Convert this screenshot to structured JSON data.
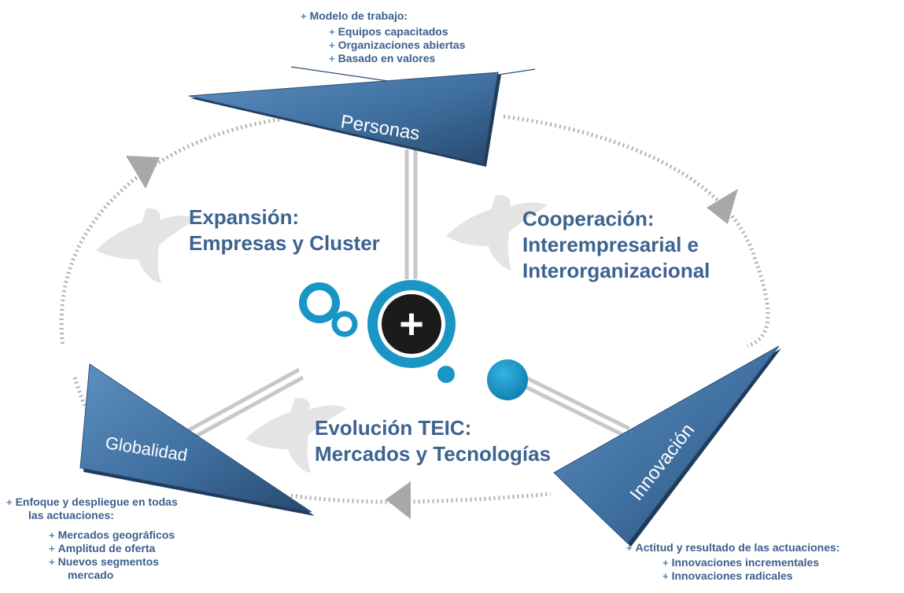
{
  "personas": {
    "label": "Personas",
    "heading": "Modelo de trabajo:",
    "items": [
      "Equipos capacitados",
      "Organizaciones abiertas",
      "Basado en valores"
    ]
  },
  "innovacion": {
    "label": "Innovación",
    "heading": "Actitud y resultado de las actuaciones:",
    "items": [
      "Innovaciones incrementales",
      "Innovaciones radicales"
    ]
  },
  "globalidad": {
    "label": "Globalidad",
    "heading_line1": "Enfoque y despliegue en todas",
    "heading_line2": "las actuaciones:",
    "items": [
      "Mercados geográficos",
      "Amplitud de oferta",
      "Nuevos segmentos"
    ],
    "item_continuation": "mercado"
  },
  "expansion": {
    "line1": "Expansión:",
    "line2": "Empresas y Cluster"
  },
  "cooperacion": {
    "line1": "Cooperación:",
    "line2": "Interempresarial e",
    "line3": "Interorganizacional"
  },
  "evolucion": {
    "line1": "Evolución TEIC:",
    "line2": "Mercados y Tecnologías"
  },
  "center_symbol": "+",
  "bullet_symbol": "+",
  "colors": {
    "triangle_fill": "#3f6f9f",
    "triangle_dark": "#1e3a5a",
    "text_blue": "#3d6390",
    "circle_cyan": "#1a95c4",
    "center_dark": "#1a1a1a",
    "dotted_grey": "#a8a8a8",
    "faded_x": "#e6e6e6"
  }
}
